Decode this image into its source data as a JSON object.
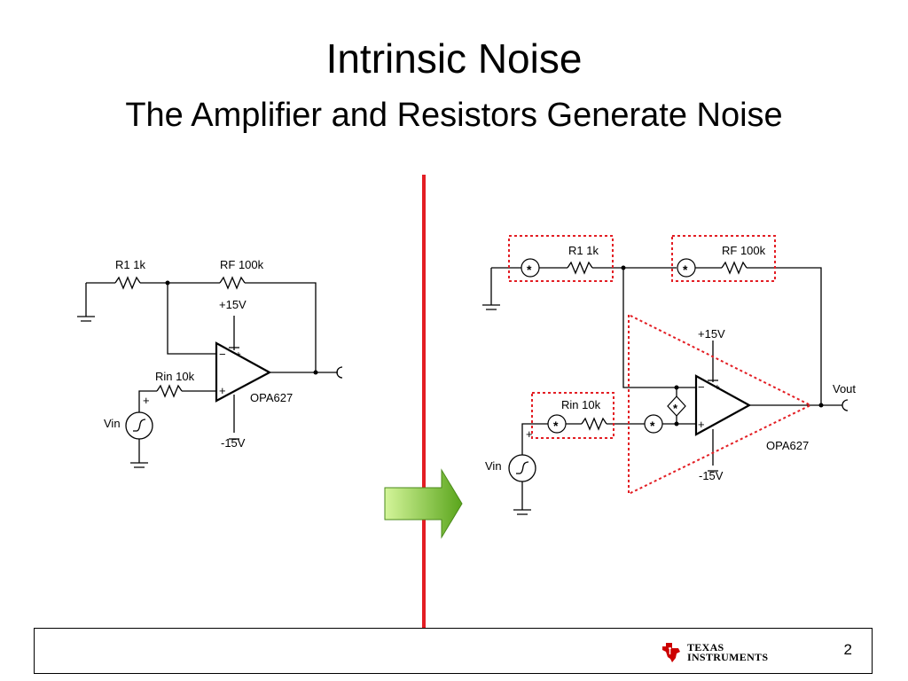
{
  "title": {
    "main": "Intrinsic Noise",
    "subtitle": "The Amplifier and Resistors Generate Noise"
  },
  "left_circuit": {
    "r1": "R1 1k",
    "rf": "RF 100k",
    "rin": "Rin 10k",
    "vplus": "+15V",
    "vminus": "-15V",
    "opamp": "OPA627",
    "source": "Vin",
    "plus": "+",
    "minus": "−"
  },
  "right_circuit": {
    "r1": "R1 1k",
    "rf": "RF 100k",
    "rin": "Rin 10k",
    "vplus": "+15V",
    "vminus": "-15V",
    "opamp": "OPA627",
    "source": "Vin",
    "output": "Vout",
    "plus": "+",
    "minus": "−",
    "noise_symbol": "*"
  },
  "colors": {
    "divider": "#e31e24",
    "noise_box": "#e31e24",
    "arrow_fill_light": "#c8f08a",
    "arrow_fill_dark": "#5faa1e",
    "logo_red": "#cc0000"
  },
  "footer": {
    "page_number": "2",
    "logo_line1": "Texas",
    "logo_line2": "Instruments"
  }
}
